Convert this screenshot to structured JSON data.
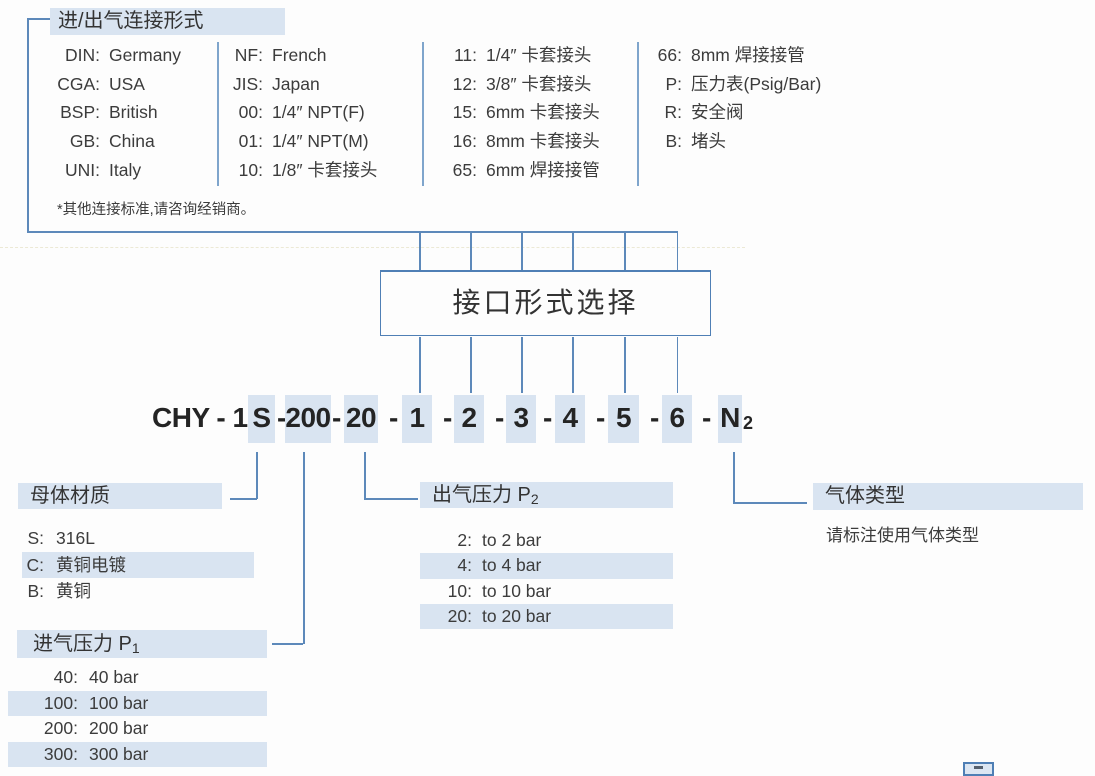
{
  "connection": {
    "title": "进/出气连接形式",
    "footnote": "*其他连接标准,请咨询经销商。",
    "col1": [
      {
        "key": "DIN",
        "value": "Germany"
      },
      {
        "key": "CGA",
        "value": "USA"
      },
      {
        "key": "BSP",
        "value": "British"
      },
      {
        "key": "GB",
        "value": "China"
      },
      {
        "key": "UNI",
        "value": "Italy"
      }
    ],
    "col2": [
      {
        "key": "NF",
        "value": "French"
      },
      {
        "key": "JIS",
        "value": "Japan"
      },
      {
        "key": "00",
        "value": "1/4″ NPT(F)"
      },
      {
        "key": "01",
        "value": "1/4″ NPT(M)"
      },
      {
        "key": "10",
        "value": "1/8″ 卡套接头"
      }
    ],
    "col3": [
      {
        "key": "11",
        "value": "1/4″ 卡套接头"
      },
      {
        "key": "12",
        "value": "3/8″ 卡套接头"
      },
      {
        "key": "15",
        "value": "6mm 卡套接头"
      },
      {
        "key": "16",
        "value": "8mm 卡套接头"
      },
      {
        "key": "65",
        "value": "6mm 焊接接管"
      }
    ],
    "col4": [
      {
        "key": "66",
        "value": "8mm 焊接接管"
      },
      {
        "key": "P",
        "value": "压力表(Psig/Bar)"
      },
      {
        "key": "R",
        "value": "安全阀"
      },
      {
        "key": "B",
        "value": "堵头"
      }
    ]
  },
  "selector": {
    "label": "接口形式选择"
  },
  "code": {
    "full": "CHY - 1S -200- 20 - 1 - 2 - 3 - 4 - 5 - 6 - N2",
    "segments": [
      {
        "text": "CHY - 1"
      },
      {
        "text": "S",
        "hl": true
      },
      {
        "text": "-"
      },
      {
        "text": "200",
        "hl": true
      },
      {
        "text": "-"
      },
      {
        "text": "20",
        "hl": true
      },
      {
        "text": "-"
      },
      {
        "text": "1",
        "hl": true
      },
      {
        "text": "-"
      },
      {
        "text": "2",
        "hl": true
      },
      {
        "text": "-"
      },
      {
        "text": "3",
        "hl": true
      },
      {
        "text": "-"
      },
      {
        "text": "4",
        "hl": true
      },
      {
        "text": "-"
      },
      {
        "text": "5",
        "hl": true
      },
      {
        "text": "-"
      },
      {
        "text": "6",
        "hl": true
      },
      {
        "text": "-"
      },
      {
        "text": "N",
        "hl": true
      },
      {
        "text": "2",
        "sub": true
      }
    ]
  },
  "material": {
    "title": "母体材质",
    "items": [
      {
        "key": "S",
        "value": "316L"
      },
      {
        "key": "C",
        "value": "黄铜电镀",
        "hl": true
      },
      {
        "key": "B",
        "value": "黄铜"
      }
    ]
  },
  "inlet": {
    "title": "进气压力 P",
    "sub": "1",
    "items": [
      {
        "key": "40",
        "value": "40 bar"
      },
      {
        "key": "100",
        "value": "100 bar",
        "hl": true
      },
      {
        "key": "200",
        "value": "200 bar"
      },
      {
        "key": "300",
        "value": "300 bar",
        "hl": true
      }
    ]
  },
  "outlet": {
    "title": "出气压力 P",
    "sub": "2",
    "items": [
      {
        "key": "2",
        "value": "to 2 bar"
      },
      {
        "key": "4",
        "value": "to 4 bar",
        "hl": true
      },
      {
        "key": "10",
        "value": "to 10 bar"
      },
      {
        "key": "20",
        "value": "to 20 bar",
        "hl": true
      }
    ]
  },
  "gas": {
    "title": "气体类型",
    "note": "请标注使用气体类型"
  },
  "colors": {
    "highlight": "#d9e4f1",
    "line": "#5d89ba",
    "box_border": "#4f7fb5",
    "text": "#3c3c3c"
  }
}
